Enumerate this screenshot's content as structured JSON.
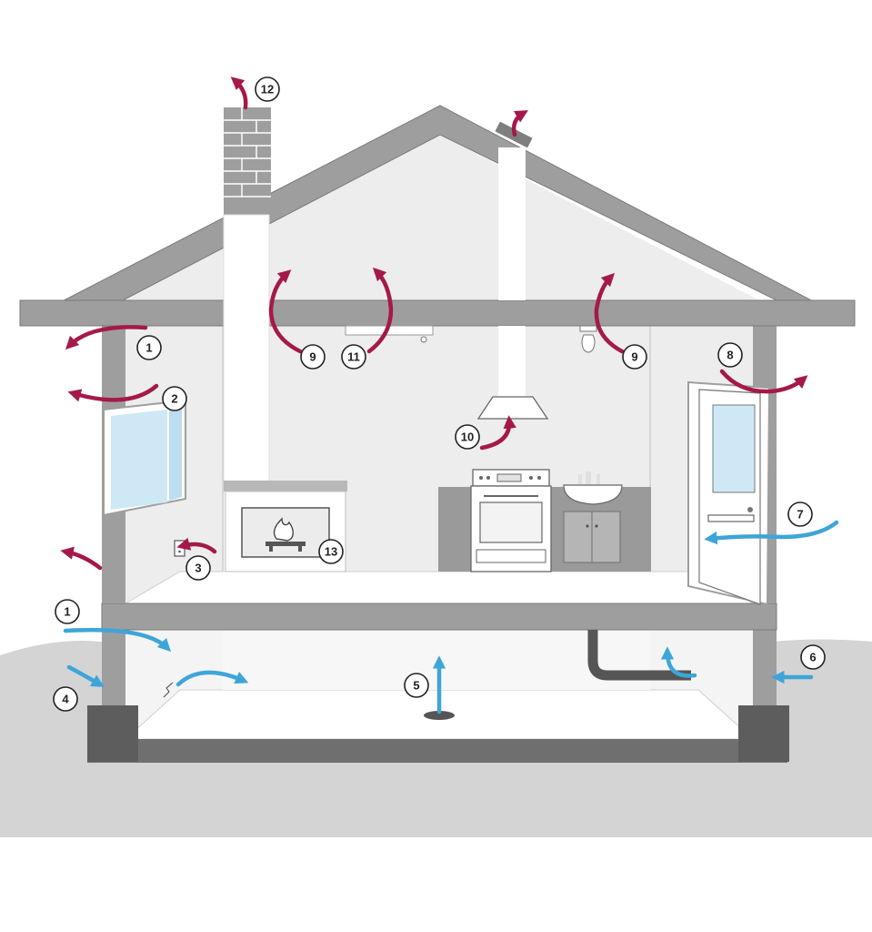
{
  "colors": {
    "air_out": "#a5194a",
    "air_in": "#3ea5d8",
    "structure": "#9e9e9e",
    "structure_dark": "#6f6f6f",
    "ground": "#d4d4d4",
    "interior": "#ededed",
    "glass": "#cfe8f6"
  },
  "icons": {
    "chimney": "chimney-icon",
    "roof_vent": "roof-vent-icon",
    "window": "window-icon",
    "outlet": "electrical-outlet-icon",
    "fireplace": "fireplace-icon",
    "range_hood": "range-hood-icon",
    "stove": "stove-icon",
    "sink": "sink-cabinet-icon",
    "door": "door-icon",
    "light": "light-bulb-icon",
    "fan": "ceiling-fan-icon",
    "dryer_vent": "dryer-vent-icon",
    "floor_drain": "floor-drain-icon"
  },
  "callouts": {
    "c1a": "1",
    "c1b": "1",
    "c2": "2",
    "c3": "3",
    "c4": "4",
    "c5": "5",
    "c6": "6",
    "c7": "7",
    "c8": "8",
    "c9a": "9",
    "c9b": "9",
    "c10": "10",
    "c11": "11",
    "c12": "12",
    "c13": "13"
  }
}
